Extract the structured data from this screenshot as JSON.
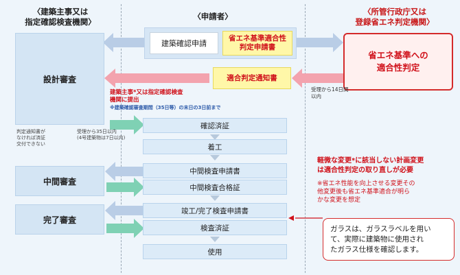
{
  "headers": {
    "left": "〈建築主事又は\n指定確認検査機関〉",
    "center": "〈申請者〉",
    "right": "〈所管行政庁又は\n登録省エネ判定機関〉"
  },
  "applicant": {
    "building_confirmation": "建築確認申請",
    "energy_application": "省エネ基準適合性\n判定申請書",
    "conformity_notice": "適合判定通知書"
  },
  "left_boxes": {
    "design_review": "設計審査",
    "interim_review": "中間審査",
    "final_review": "完了審査"
  },
  "right_box": "省エネ基準への\n適合性判定",
  "notes": {
    "submit_red": "建築主事*又は指定確認検査\n機関に提出",
    "deadline": "※建築確認審査期間（35日等）の末日の3日前まで",
    "within14": "受理から14日間\n以内",
    "notice_missing": "判定通知書が\nなければ済証\n交付できない",
    "within35": "受理から35日以内\n(4号建築物は7日以内)",
    "minor_change": "軽微な変更*に該当しない計画変更\nは適合性判定の取り直しが必要",
    "minor_change_note": "※省エネ性能を向上させる変更その\n他変更後も省エネ基準適合が明ら\nかな変更を想定"
  },
  "steps": [
    "確認済証",
    "着工",
    "中間検査申請書",
    "中間検査合格証",
    "竣工/完了検査申請書",
    "検査済証",
    "使用"
  ],
  "glass_note": "ガラスは、ガラスラベルを用い\nて、実際に建築物に使用され\nたガラス仕様を確認します。",
  "colors": {
    "red": "#d0121b",
    "arrow_blue": "#b9cde6",
    "arrow_green": "#7fd1b4",
    "arrow_pink": "#f3a3ae",
    "arrow_gray": "#b7c9dc"
  }
}
